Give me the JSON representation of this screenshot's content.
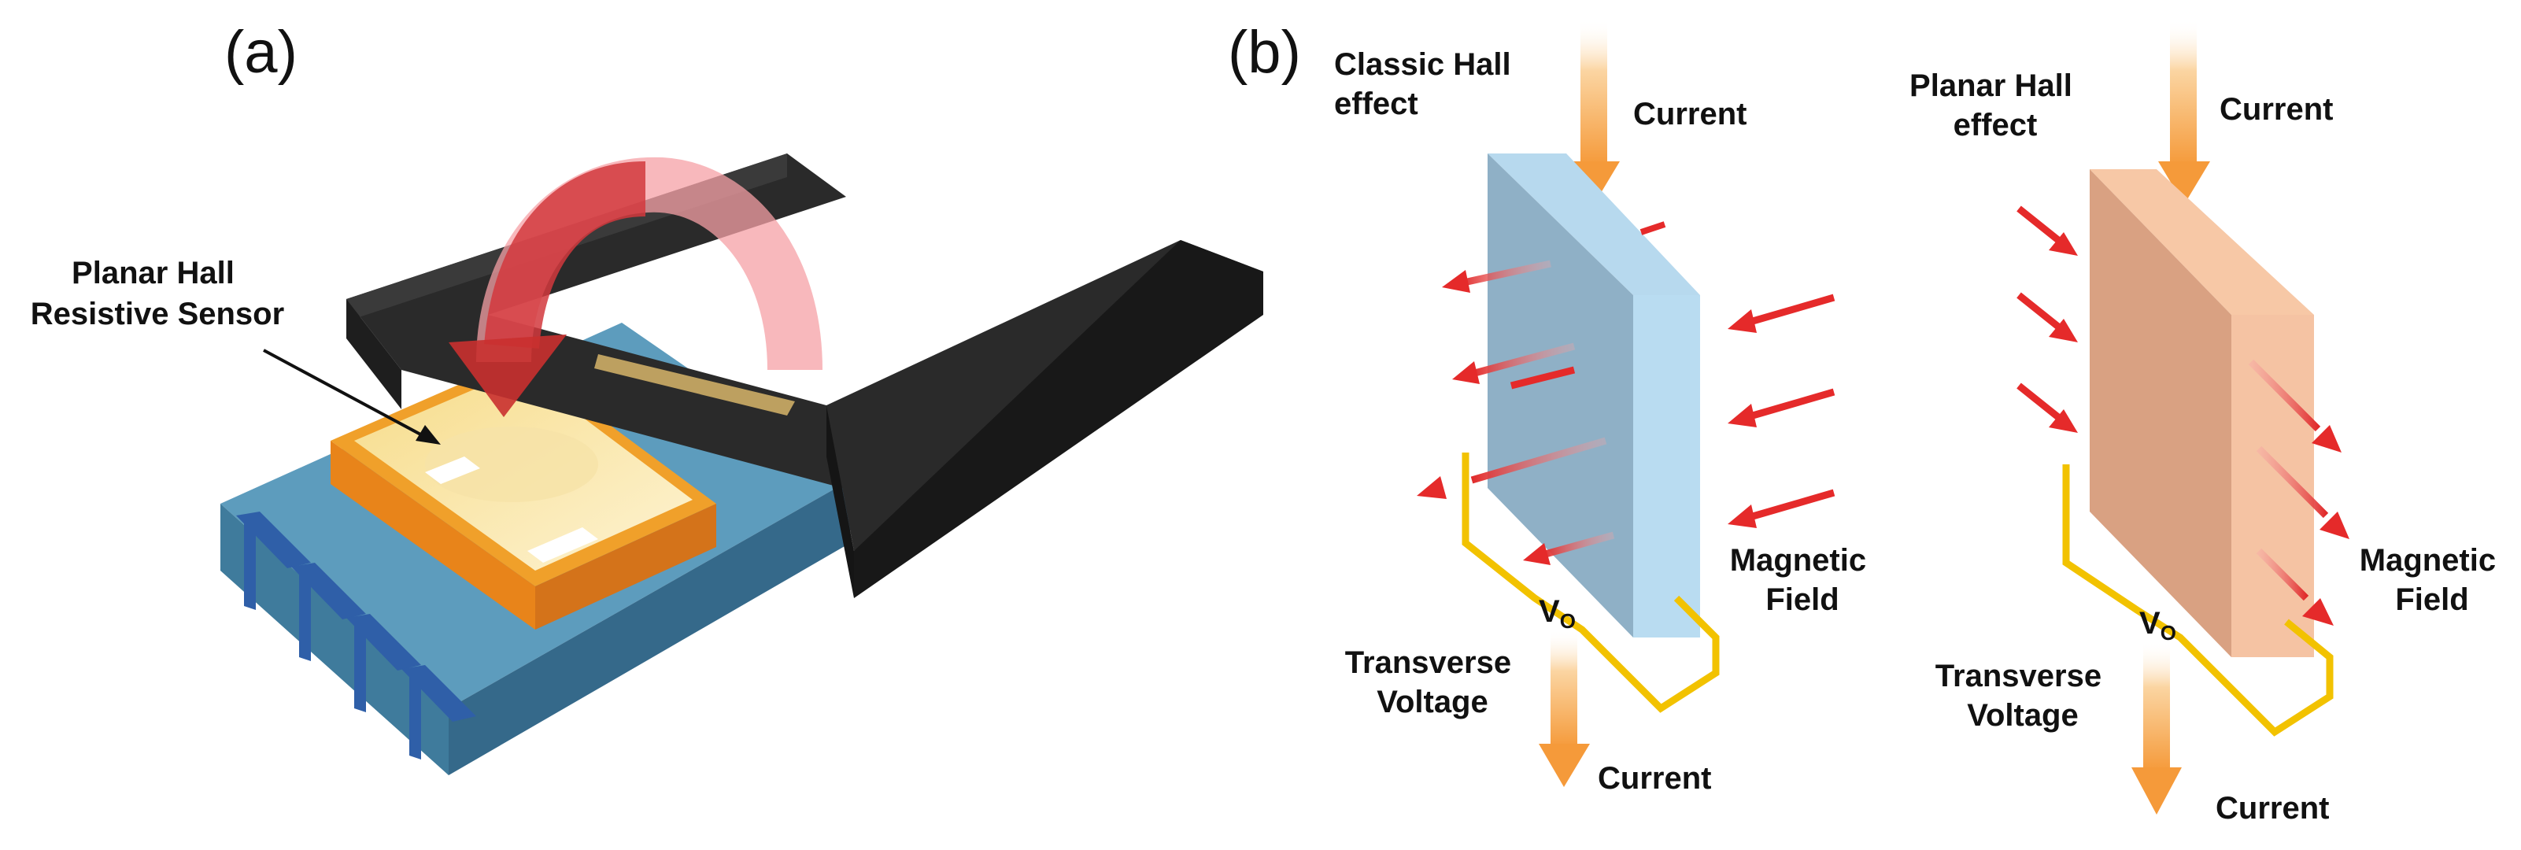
{
  "panel_a": {
    "label": "(a)",
    "sensor_label": [
      "Planar Hall",
      "Resistive Sensor"
    ]
  },
  "panel_b": {
    "label": "(b)",
    "classic": {
      "title": [
        "Classic Hall",
        "effect"
      ],
      "current_top": "Current",
      "current_bottom": "Current",
      "magnetic": [
        "Magnetic",
        "Field"
      ],
      "transverse": [
        "Transverse",
        "Voltage"
      ],
      "vo_main": "V",
      "vo_sub": "O"
    },
    "planar": {
      "title": [
        "Planar Hall",
        "effect"
      ],
      "current_top": "Current",
      "current_bottom": "Current",
      "magnetic": [
        "Magnetic",
        "Field"
      ],
      "transverse": [
        "Transverse",
        "Voltage"
      ],
      "vo_main": "V",
      "vo_sub": "O"
    }
  },
  "colors": {
    "board": "#4f8fb0",
    "pins": "#2f5fa8",
    "chip": "#f39a1e",
    "magnet": "#2b2b2b",
    "field_arrow": "#e03030",
    "classic_slab": "#bcdcf0",
    "planar_slab": "#f4c2a2",
    "current_arrow": "#f8a848",
    "wire": "#f2c200"
  }
}
